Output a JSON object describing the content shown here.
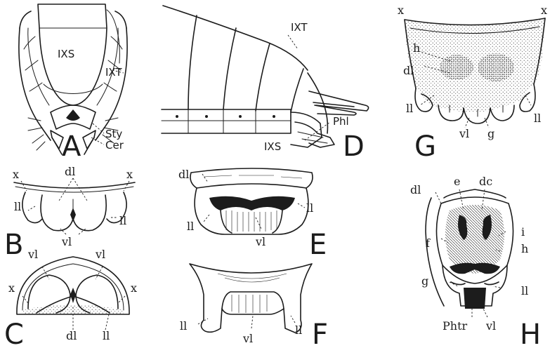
{
  "panels": {
    "A": {
      "letter": "A",
      "labels": {
        "ixs": "IXS",
        "ixt": "IXT",
        "sty": "Sty",
        "cer": "Cer"
      }
    },
    "B": {
      "letter": "B",
      "labels": {
        "x_left": "x",
        "x_right": "x",
        "dl": "dl",
        "ll_left": "ll",
        "ll_right": "ll",
        "vl": "vl"
      }
    },
    "C": {
      "letter": "C",
      "labels": {
        "vl_left": "vl",
        "vl_right": "vl",
        "x_left": "x",
        "x_right": "x",
        "dl": "dl",
        "ll": "ll"
      }
    },
    "D": {
      "letter": "D",
      "labels": {
        "ixt": "IXT",
        "phl": "Phl",
        "ixs": "IXS"
      }
    },
    "E": {
      "letter": "E",
      "labels": {
        "dl": "dl",
        "ll_left": "ll",
        "ll_right": "ll",
        "vl": "vl"
      }
    },
    "F": {
      "letter": "F",
      "labels": {
        "ll_left": "ll",
        "vl": "vl",
        "ll_right": "ll"
      }
    },
    "G": {
      "letter": "G",
      "labels": {
        "x_left": "x",
        "x_right": "x",
        "h": "h",
        "dl": "dl",
        "ll_left": "ll",
        "ll_right": "ll",
        "vl": "vl",
        "g": "g"
      }
    },
    "H": {
      "letter": "H",
      "labels": {
        "e": "e",
        "dc": "dc",
        "dl": "dl",
        "f": "f",
        "i": "i",
        "h": "h",
        "g": "g",
        "ll": "ll",
        "phtr": "Phtr",
        "vl": "vl"
      }
    }
  }
}
